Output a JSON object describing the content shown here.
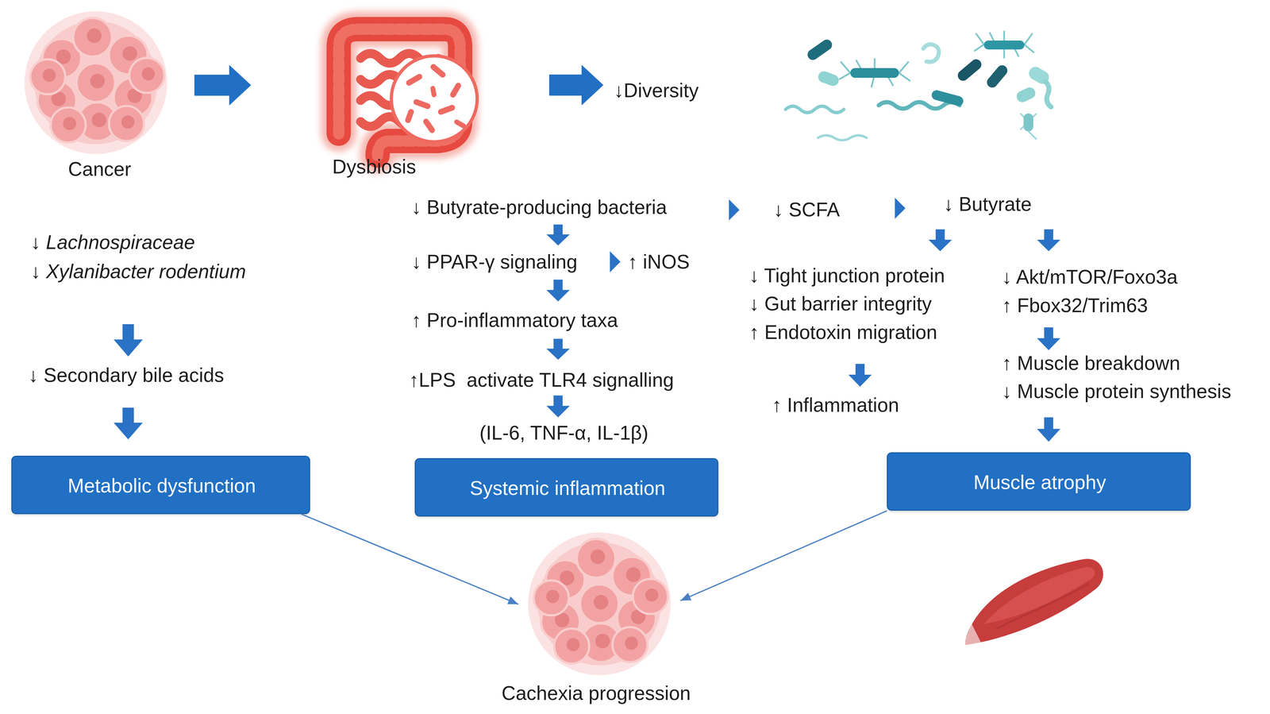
{
  "diagram": {
    "nodes": [
      {
        "text": [
          "Cancer"
        ]
      },
      {
        "text": [
          "Dysbiosis"
        ]
      },
      {
        "text": [
          "Metabolic dysfunction"
        ]
      },
      {
        "text": [
          "Systemic inflammation"
        ]
      },
      {
        "text": [
          "Muscle atrophy"
        ]
      },
      {
        "text": [
          "Cachexia progression"
        ]
      }
    ],
    "edges": [
      {
        "from": 0,
        "to": 1,
        "arrow": "to"
      },
      {
        "from": 2,
        "to": 5,
        "arrow": "to"
      },
      {
        "from": 4,
        "to": 5,
        "arrow": "to"
      }
    ],
    "labels": [
      "↓Diversity",
      "↓ Butyrate-producing bacteria",
      "↓ SCFA",
      "↓ Butyrate",
      "↓ Lachnospiraceae",
      "↓ Xylanibacter rodentium",
      "↓ PPAR-γ signaling",
      "↑ iNOS",
      "↓ Tight junction protein",
      "↓ Akt/mTOR/Foxo3a",
      "↓ Gut barrier integrity",
      "↑ Fbox32/Trim63",
      "↑ Pro-inflammatory taxa",
      "↑ Endotoxin migration",
      "↑ Muscle breakdown",
      "↑LPS  activate TLR4 signalling",
      "↓ Secondary bile acids",
      "↓ Muscle protein synthesis",
      "↑ Inflammation",
      "(IL-6, TNF-α, IL-1β)"
    ]
  }
}
